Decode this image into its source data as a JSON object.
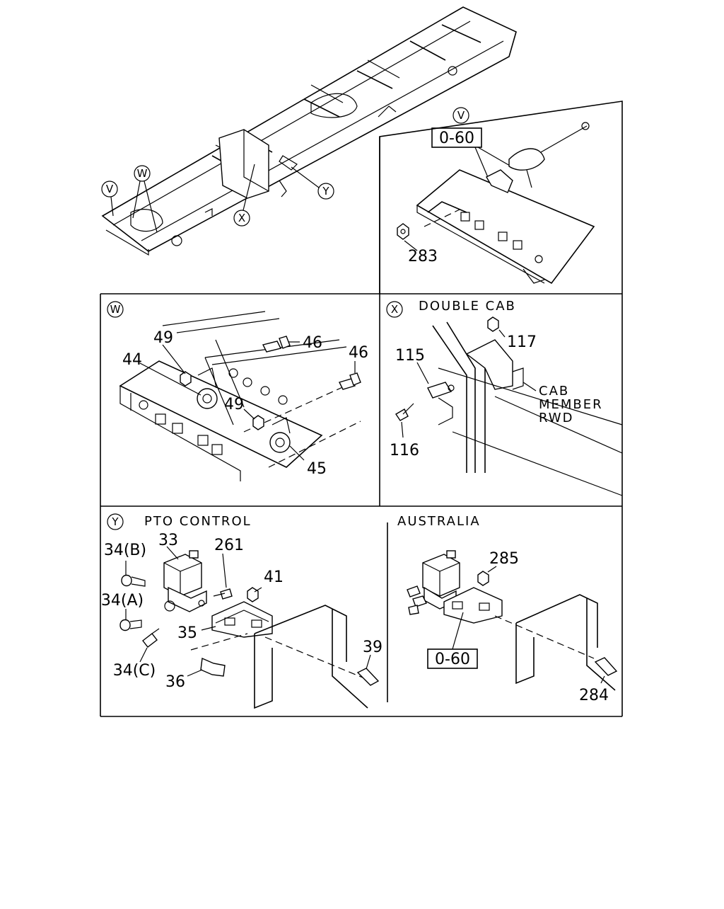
{
  "markers": {
    "v": "V",
    "w": "W",
    "x": "X",
    "y": "Y"
  },
  "panel_v": {
    "ref_box": "0-60",
    "part_283": "283"
  },
  "panel_w": {
    "p49a": "49",
    "p46a": "46",
    "p46b": "46",
    "p44": "44",
    "p49b": "49",
    "p45": "45"
  },
  "panel_x": {
    "title": "DOUBLE CAB",
    "p117": "117",
    "p115": "115",
    "p116": "116",
    "note_line1": "CAB",
    "note_line2": "MEMBER",
    "note_line3": "RWD"
  },
  "panel_y": {
    "title": "PTO CONTROL",
    "p33": "33",
    "p34b": "34(B)",
    "p261": "261",
    "p34a": "34(A)",
    "p41": "41",
    "p35": "35",
    "p34c": "34(C)",
    "p39": "39",
    "p36": "36"
  },
  "panel_aus": {
    "title": "AUSTRALIA",
    "p285": "285",
    "ref_box": "0-60",
    "p284": "284"
  }
}
